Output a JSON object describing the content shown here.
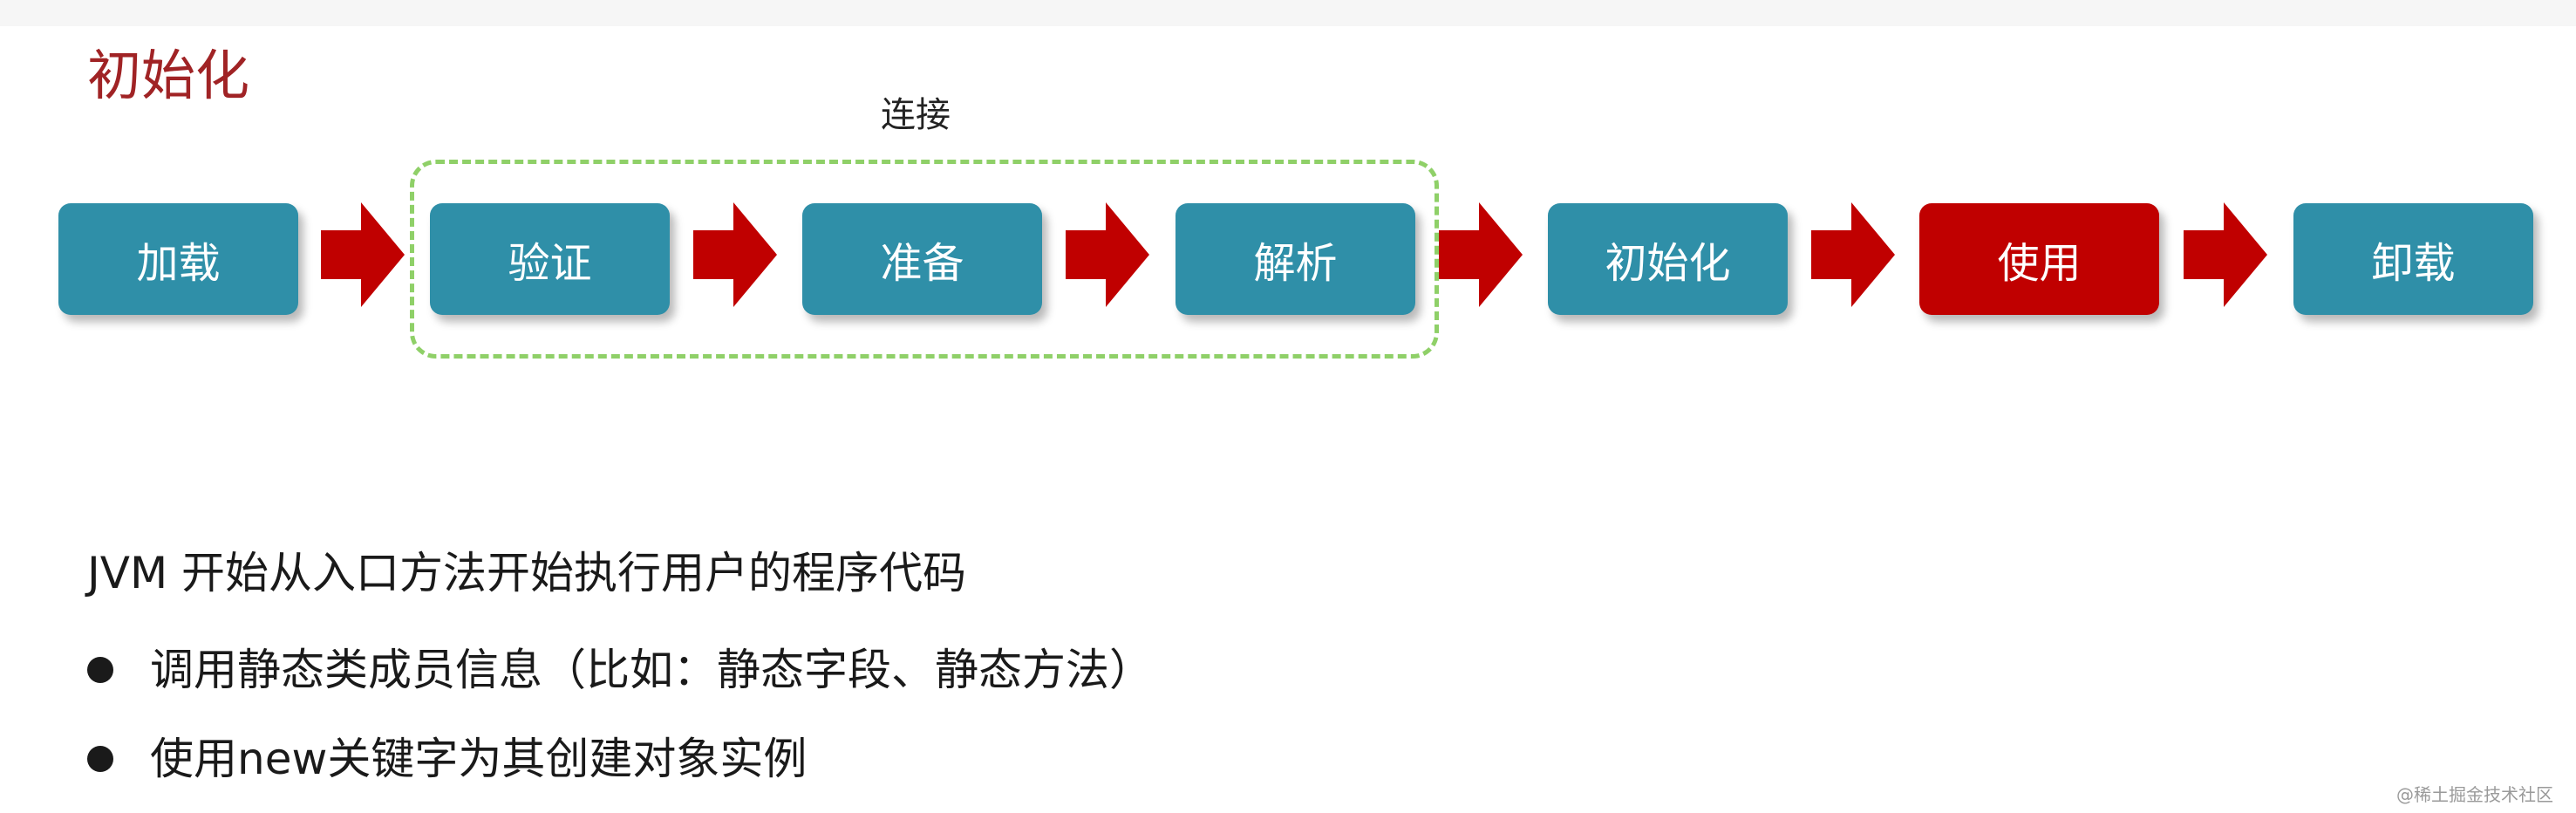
{
  "title": "初始化",
  "group": {
    "label": "连接",
    "border_color": "#8fd068"
  },
  "stages": [
    {
      "label": "加载",
      "color": "#2f8fa8"
    },
    {
      "label": "验证",
      "color": "#2f8fa8"
    },
    {
      "label": "准备",
      "color": "#2f8fa8"
    },
    {
      "label": "解析",
      "color": "#2f8fa8"
    },
    {
      "label": "初始化",
      "color": "#2f8fa8"
    },
    {
      "label": "使用",
      "color": "#c00000"
    },
    {
      "label": "卸载",
      "color": "#2f8fa8"
    }
  ],
  "arrow_color": "#c00000",
  "description": "JVM 开始从入口方法开始执行用户的程序代码",
  "bullets": [
    "调用静态类成员信息（比如：静态字段、静态方法）",
    "使用new关键字为其创建对象实例"
  ],
  "watermark": "@稀土掘金技术社区"
}
